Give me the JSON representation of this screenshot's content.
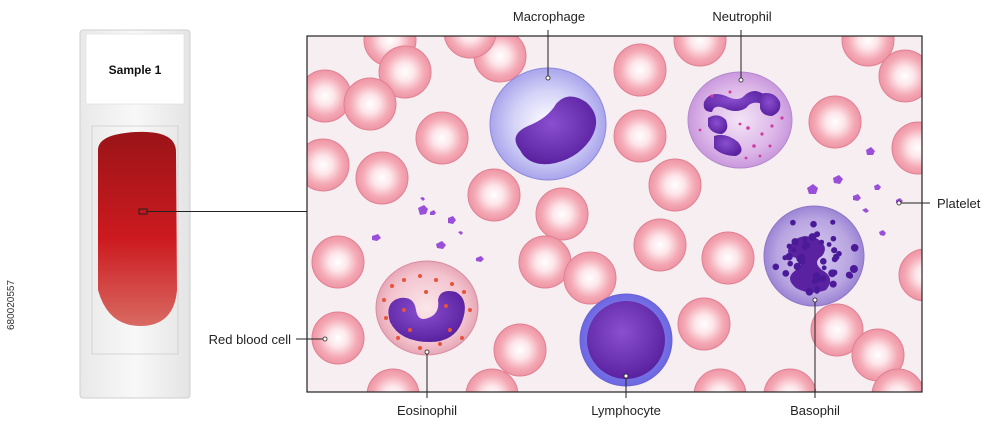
{
  "slide": {
    "title": "Sample 1"
  },
  "labels": {
    "macrophage": "Macrophage",
    "neutrophil": "Neutrophil",
    "platelet": "Platelet",
    "red_blood_cell": "Red blood cell",
    "eosinophil": "Eosinophil",
    "lymphocyte": "Lymphocyte",
    "basophil": "Basophil"
  },
  "stock_id": "680020557",
  "colors": {
    "blood_smear": "#c8161d",
    "rbc_outer": "#f2a0ae",
    "rbc_center": "#ffffff",
    "field_bg": "#f7eef2",
    "nucleus": "#6a2fb0",
    "macrophage_cytoplasm": "#b9b6f0",
    "neutrophil_cytoplasm": "#dcb6e8",
    "eosinophil_cytoplasm": "#f3c4cf",
    "eosinophil_granule": "#e8523a",
    "lymphocyte_cytoplasm": "#7b74e8",
    "basophil_cytoplasm": "#b8a4e0",
    "basophil_granule": "#4a1a98",
    "platelet": "#9a4fd8",
    "leader_line": "#222222"
  }
}
